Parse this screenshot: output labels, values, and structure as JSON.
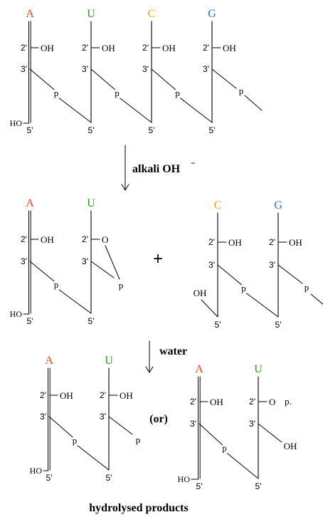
{
  "labels": {
    "pos2": "2'",
    "pos3": "3'",
    "pos5": "5'",
    "oh": "OH",
    "ho": "HO",
    "o": "O",
    "p": "p",
    "p_dot": "p.",
    "plus": "+",
    "minus": "−"
  },
  "bases": {
    "A": {
      "text": "A",
      "color": "#ff3b1f"
    },
    "U": {
      "text": "U",
      "color": "#2f9a1f"
    },
    "C": {
      "text": "C",
      "color": "#f5a300"
    },
    "G": {
      "text": "G",
      "color": "#2f6fc0"
    }
  },
  "steps": {
    "step1": "alkali OH",
    "step2": "water"
  },
  "conjunction": "(or)",
  "caption": "hydrolysed products"
}
